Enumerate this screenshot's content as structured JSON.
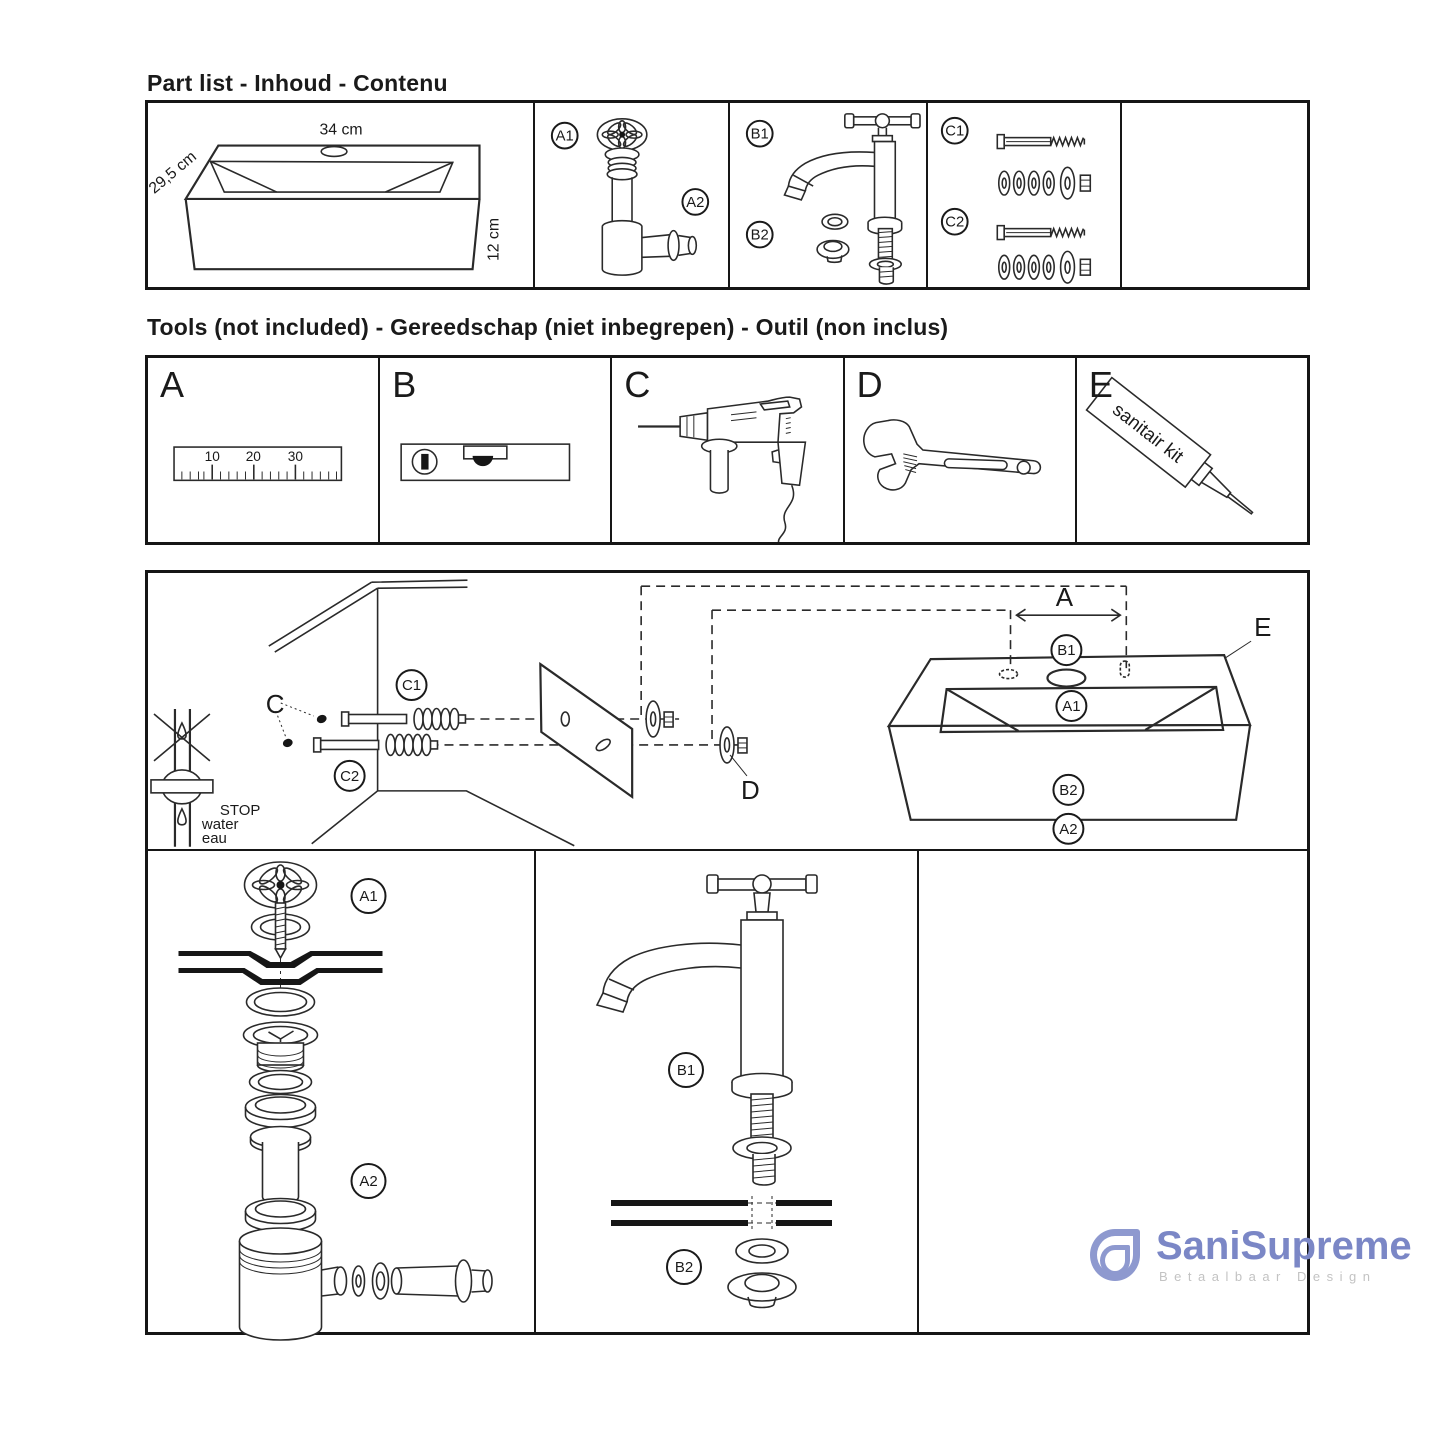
{
  "part_list": {
    "title": "Part list - Inhoud - Contenu",
    "sink": {
      "width_label": "34 cm",
      "depth_label": "29,5 cm",
      "height_label": "12 cm"
    }
  },
  "tools": {
    "title": "Tools (not included) - Gereedschap (niet inbegrepen) -  Outil (non inclus)",
    "items": [
      {
        "letter": "A",
        "name": "ruler",
        "tick_labels": [
          "10",
          "20",
          "30"
        ]
      },
      {
        "letter": "B",
        "name": "spirit level"
      },
      {
        "letter": "C",
        "name": "electric drill"
      },
      {
        "letter": "D",
        "name": "adjustable wrench"
      },
      {
        "letter": "E",
        "name": "sanitary sealant tube",
        "label": "sanitair kit"
      }
    ]
  },
  "labels": {
    "a1": "A1",
    "a2": "A2",
    "b1": "B1",
    "b2": "B2",
    "c1": "C1",
    "c2": "C2",
    "a": "A",
    "c": "C",
    "d": "D",
    "e": "E"
  },
  "installation": {
    "stop_valve_lines": [
      "STOP",
      "water",
      "eau"
    ]
  },
  "brand": {
    "name": "SaniSupreme",
    "tagline": "Betaalbaar Design",
    "accent_color": "#7b87c6",
    "tagline_color": "#c3c3c3"
  },
  "colors": {
    "line": "#2a2a2a",
    "background": "#ffffff"
  }
}
